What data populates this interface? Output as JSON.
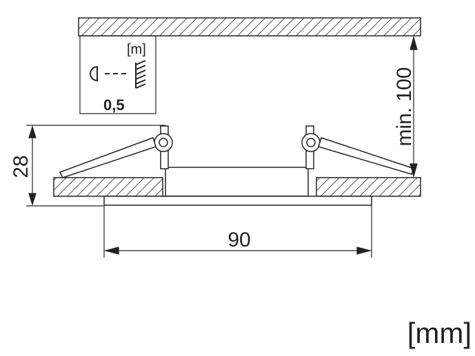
{
  "dimensions": {
    "height": "28",
    "width": "90",
    "clearance": "min. 100"
  },
  "distance_box": {
    "unit": "[m]",
    "value": "0,5",
    "icon": "lamp-light-distance-icon"
  },
  "units_label": "[mm]",
  "colors": {
    "stroke": "#222222",
    "hatch": "#222222",
    "background": "#ffffff"
  }
}
